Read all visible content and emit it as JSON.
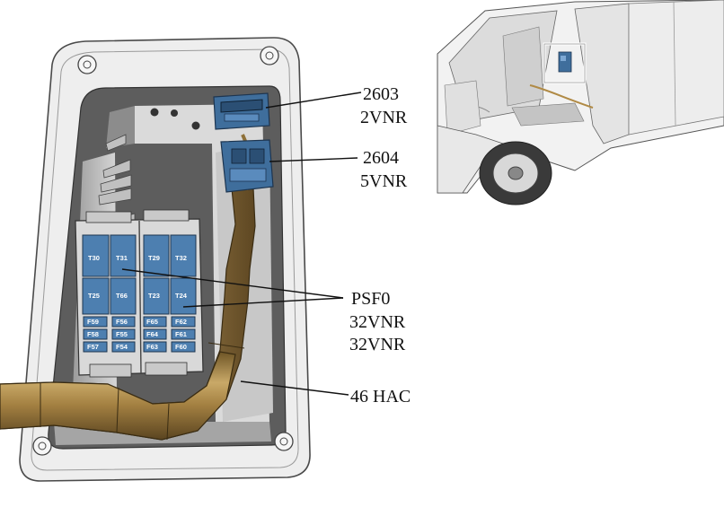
{
  "callouts": {
    "c2603": {
      "ref": "2603",
      "desc": "2VNR"
    },
    "c2604": {
      "ref": "2604",
      "desc": "5VNR"
    },
    "psf": {
      "ref": "PSF0",
      "desc1": "32VNR",
      "desc2": "32VNR"
    },
    "hac": {
      "label": "46 HAC"
    }
  },
  "fuse_box": {
    "left_block": {
      "relays": [
        "T30",
        "T31",
        "T25",
        "T66"
      ],
      "fuses": [
        "F59",
        "F56",
        "F58",
        "F55",
        "F57",
        "F54"
      ]
    },
    "right_block": {
      "relays": [
        "T29",
        "T32",
        "T23",
        "T24"
      ],
      "fuses": [
        "F65",
        "F62",
        "F64",
        "F61",
        "F63",
        "F60"
      ]
    }
  },
  "colors": {
    "connector_blue": "#3f6e9c",
    "fuse_blue": "#4d7fb0",
    "harness_gold": "#a8864a",
    "panel_grey": "#e6e6e6"
  }
}
